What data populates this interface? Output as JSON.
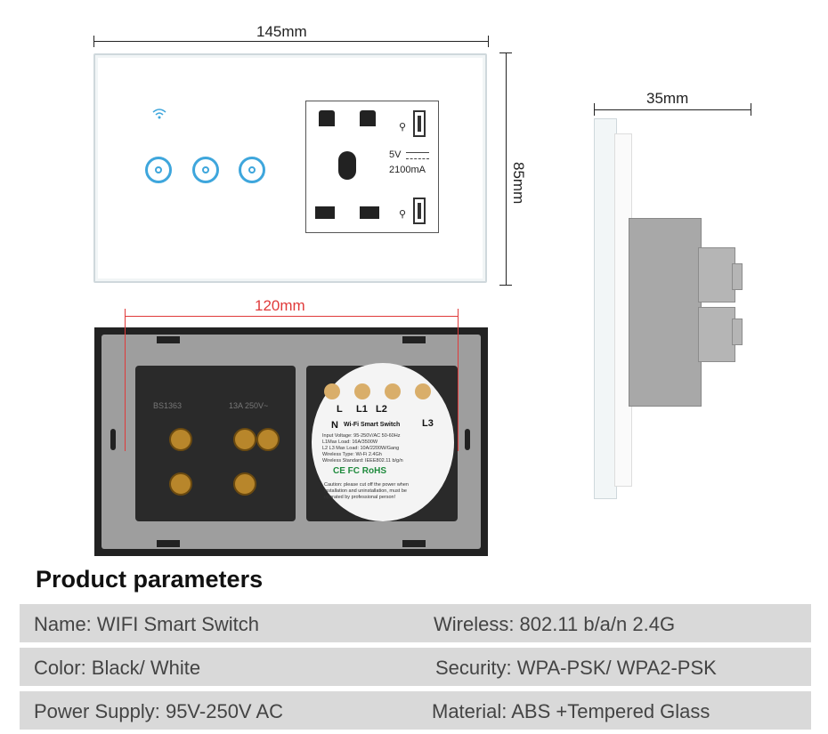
{
  "dimensions": {
    "width_label": "145mm",
    "height_label": "85mm",
    "depth_label": "35mm",
    "inner_width_label": "120mm"
  },
  "socket": {
    "voltage": "5V",
    "current": "2100mA"
  },
  "module": {
    "terminal_l": "L",
    "terminal_l1": "L1",
    "terminal_l2": "L2",
    "terminal_n": "N",
    "terminal_l3": "L3",
    "title": "Wi-Fi Smart Switch",
    "spec_lines": [
      "Input Voltage: 95-250V/AC 50-60Hz",
      "L1Max Load: 16A/3500W",
      "L2 L3 Max Load: 10A/2200W/Gang",
      "Wireless Type: Wi-Fi 2.4Gh",
      "Wireless Standard: IEEE802.11 b/g/n"
    ],
    "certifications": "CE FC RoHS",
    "caution_lines": [
      "Caution: please cut off the power when",
      "installation and uninstallation, must be",
      "operated by professional person!"
    ]
  },
  "terminal_marks": {
    "left_label": "BS1363",
    "right_label": "13A 250V~"
  },
  "section_title": "Product parameters",
  "parameters": [
    {
      "left": "Name: WIFI Smart Switch",
      "right": "Wireless: 802.11 b/a/n 2.4G"
    },
    {
      "left": "Color: Black/ White",
      "right": "Security: WPA-PSK/ WPA2-PSK"
    },
    {
      "left": "Power Supply: 95V-250V AC",
      "right": "Material: ABS +Tempered Glass"
    }
  ]
}
